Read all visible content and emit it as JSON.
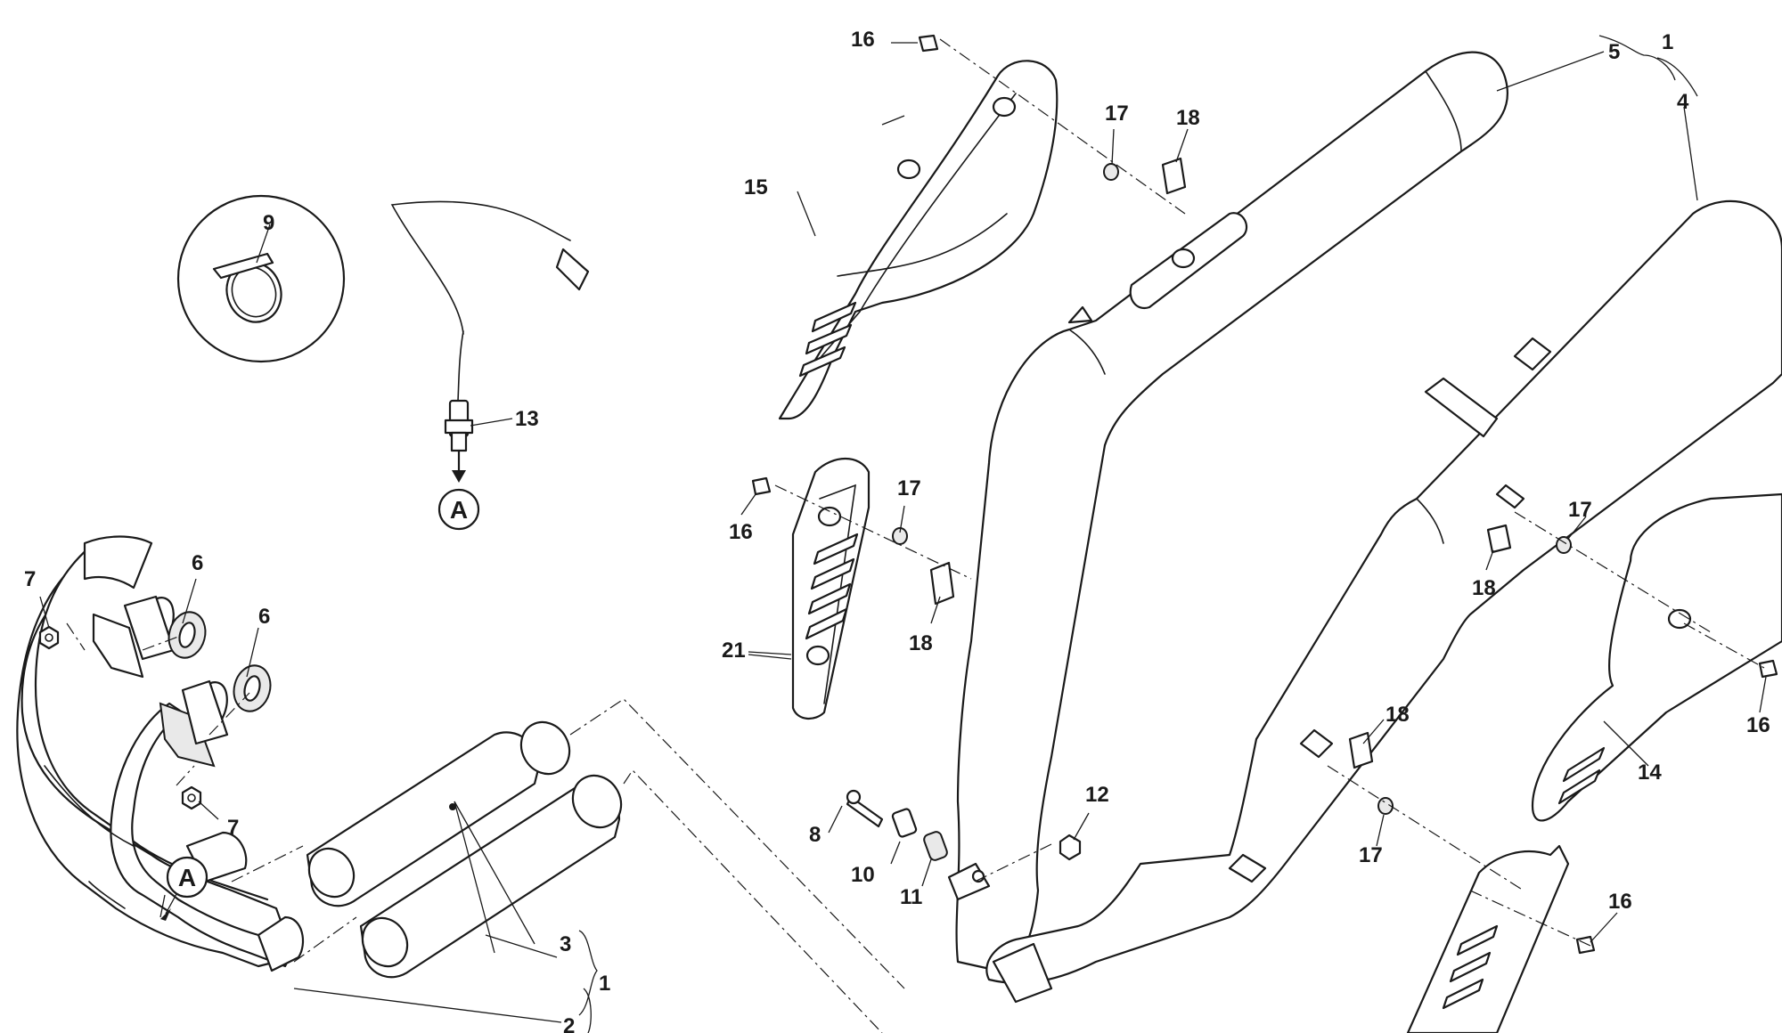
{
  "callouts": {
    "c1a": "1",
    "c1b": "1",
    "c2": "2",
    "c3": "3",
    "c4": "4",
    "c5": "5",
    "c6a": "6",
    "c6b": "6",
    "c7a": "7",
    "c7b": "7",
    "c8": "8",
    "c9": "9",
    "c10": "10",
    "c11": "11",
    "c12": "12",
    "c13": "13",
    "c14": "14",
    "c15": "15",
    "c16a": "16",
    "c16b": "16",
    "c16c": "16",
    "c16d": "16",
    "c17a": "17",
    "c17b": "17",
    "c17c": "17",
    "c17d": "17",
    "c18a": "18",
    "c18b": "18",
    "c18c": "18",
    "c18d": "18",
    "c21": "21"
  },
  "reference_marks": {
    "a1": "A",
    "a2": "A"
  },
  "colors": {
    "line": "#1a1a1a",
    "fill": "#ffffff",
    "shade": "#e9e9e9"
  }
}
